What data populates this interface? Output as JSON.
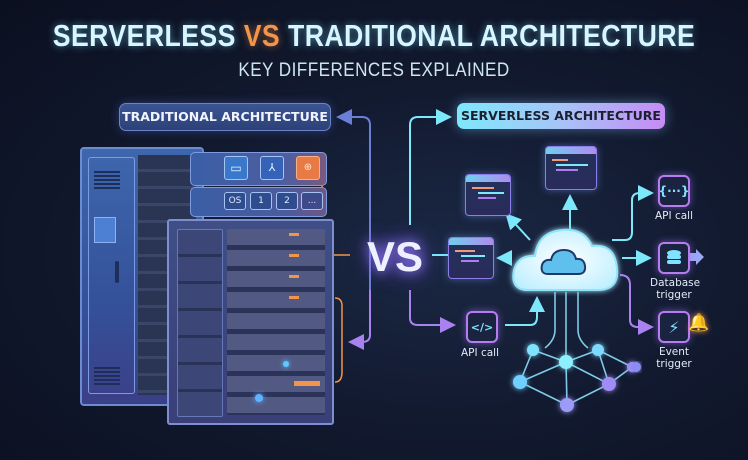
{
  "header": {
    "title_part1": "SERVERLESS",
    "title_vs": "VS",
    "title_part2": "TRADITIONAL ARCHITECTURE",
    "subtitle": "KEY DIFFERENCES EXPLAINED"
  },
  "left_panel": {
    "label": "TRADITIONAL ARCHITECTURE",
    "stack_layers": {
      "top_row_icons": [
        "monitor-icon",
        "app-store-icon",
        "chip-icon"
      ],
      "second_row_labels": [
        "OS",
        "1",
        "2",
        "..."
      ]
    }
  },
  "center": {
    "vs_label": "VS"
  },
  "right_panel": {
    "label": "SERVERLESS ARCHITECTURE",
    "triggers": [
      {
        "icon": "curly-braces-icon",
        "glyph": "{···}",
        "label": "API call"
      },
      {
        "icon": "database-icon",
        "label_line1": "Database",
        "label_line2": "trigger"
      },
      {
        "icon": "lightning-icon",
        "glyph": "⚡",
        "label_line1": "Event",
        "label_line2": "trigger",
        "extra_icon": "bell-icon"
      }
    ],
    "inbound": {
      "icon": "code-brackets-icon",
      "glyph": "</>",
      "label": "API call"
    }
  },
  "colors": {
    "background": "#121a30",
    "accent_cyan": "#7ee8fb",
    "accent_purple": "#b77cf0",
    "accent_orange": "#f2954a",
    "rack_blue": "#3d5a9e"
  }
}
